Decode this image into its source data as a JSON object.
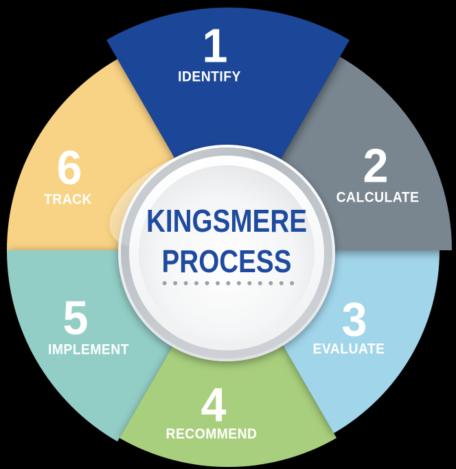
{
  "diagram": {
    "title_line1": "KINGSMERE",
    "title_line2": "PROCESS",
    "dots": "●●●●●●●●●●●●●",
    "title_color": "#1E4AA0",
    "dots_color": "#9BA2A9",
    "background_color": "#000000",
    "label_color": "#FFFFFF"
  },
  "segments": [
    {
      "number": "1",
      "label": "IDENTIFY",
      "color": "#1D4799"
    },
    {
      "number": "2",
      "label": "CALCULATE",
      "color": "#798690"
    },
    {
      "number": "3",
      "label": "EVALUATE",
      "color": "#A1D5EA"
    },
    {
      "number": "4",
      "label": "RECOMMEND",
      "color": "#A8CF7D"
    },
    {
      "number": "5",
      "label": "IMPLEMENT",
      "color": "#92CEC6"
    },
    {
      "number": "6",
      "label": "TRACK",
      "color": "#F9D385"
    }
  ]
}
